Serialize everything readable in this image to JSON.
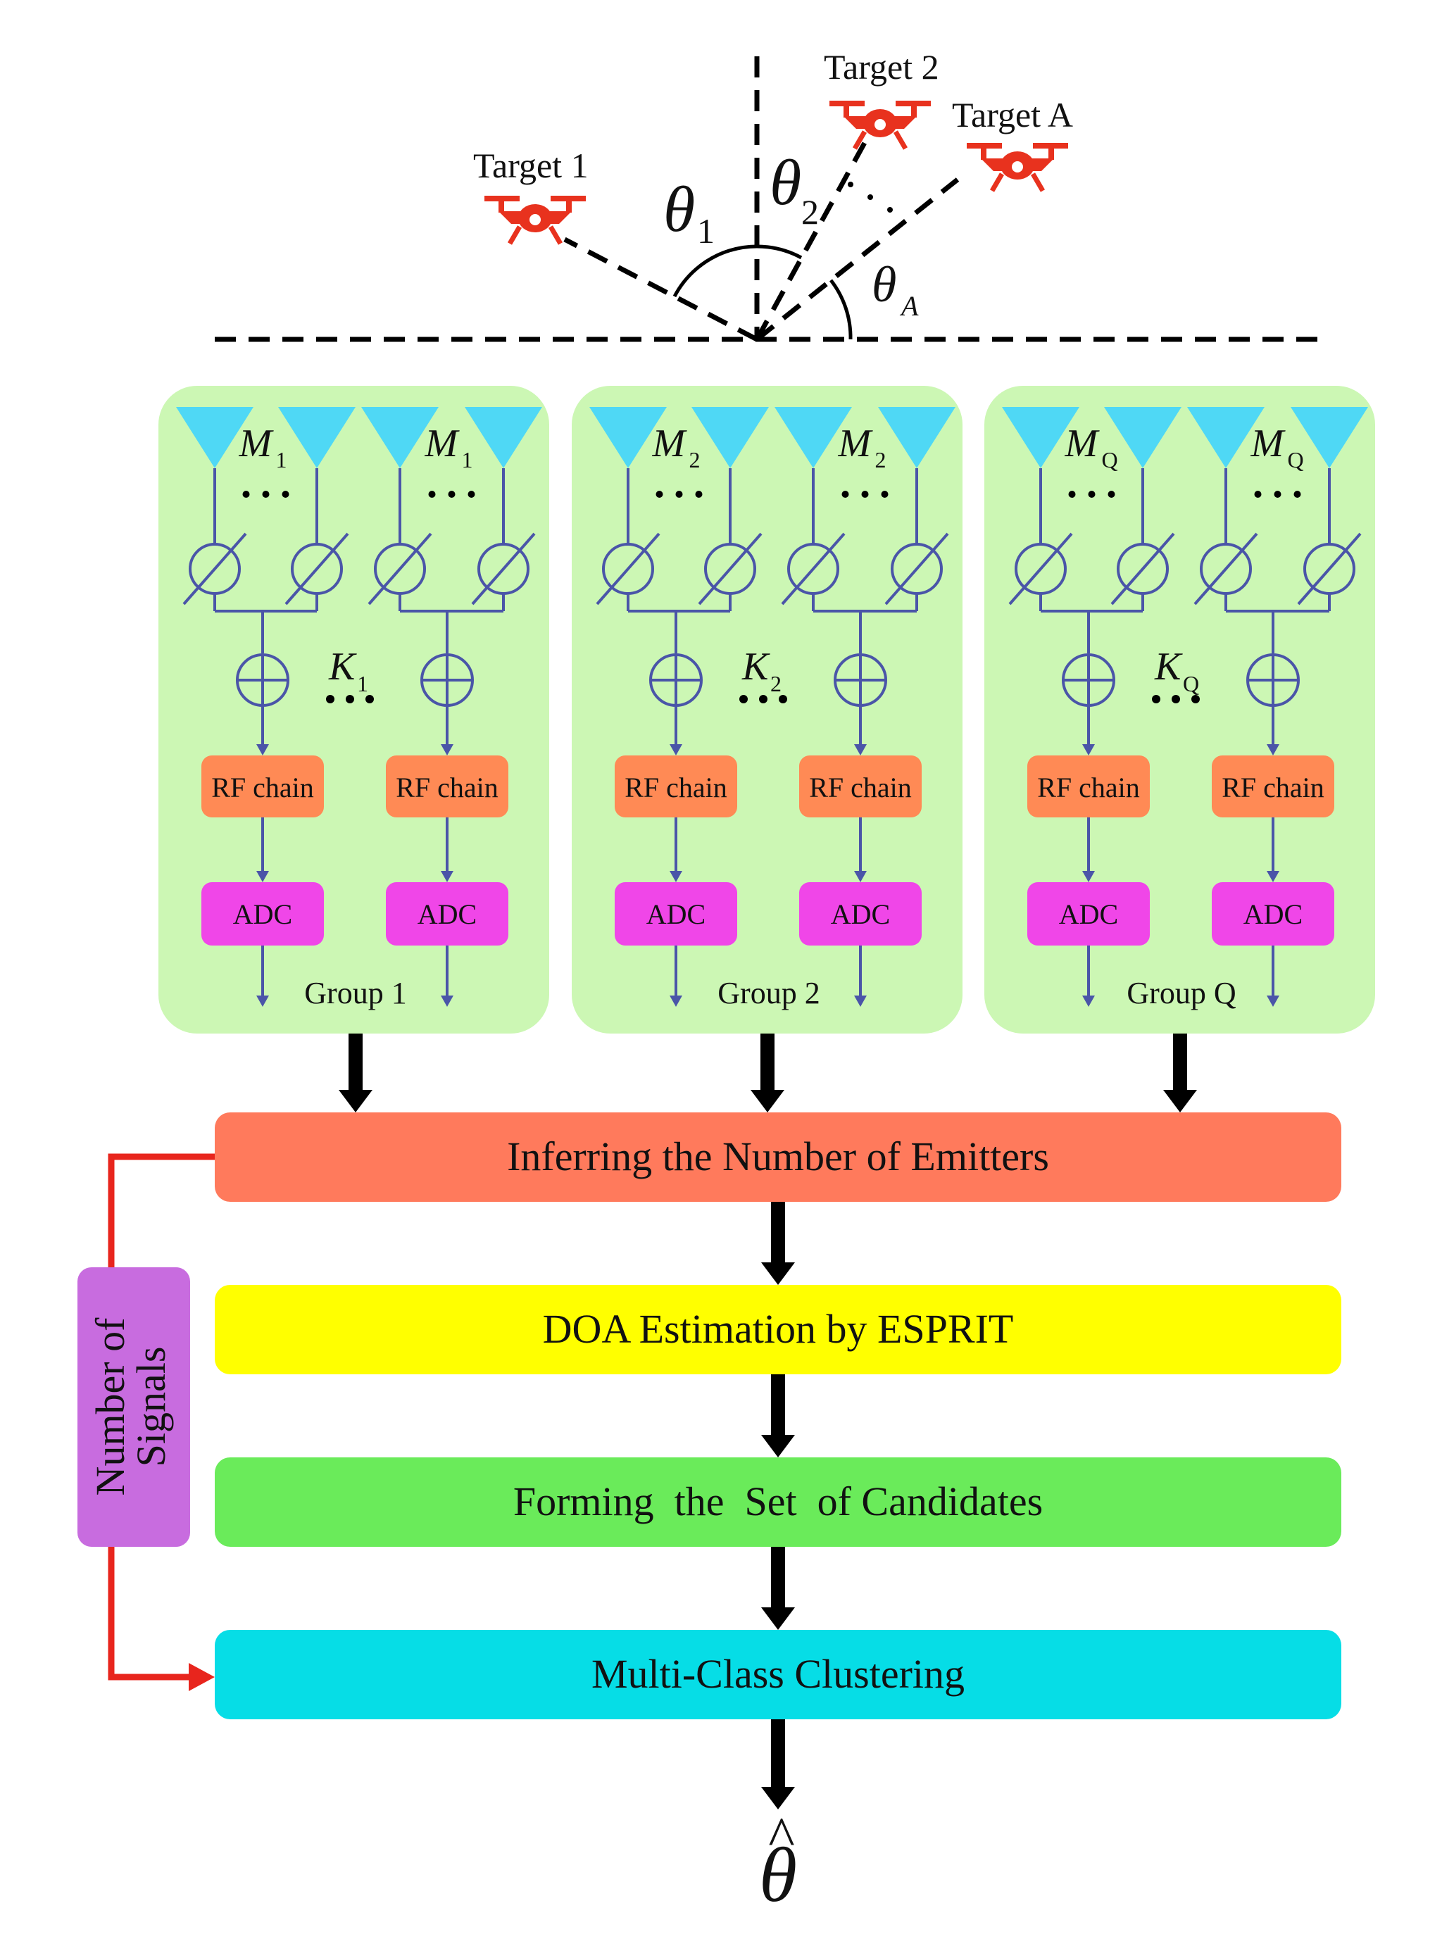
{
  "targets": [
    {
      "label": "Target 1",
      "color": "#e8321e"
    },
    {
      "label": "Target 2",
      "color": "#e8321e"
    },
    {
      "label": "Target A",
      "color": "#e8321e"
    }
  ],
  "angles": {
    "theta": "θ",
    "theta_sub_1": "1",
    "theta_sub_2": "2",
    "theta_sub_A": "A"
  },
  "groups": [
    {
      "label": "Group 1",
      "m_sub": "1",
      "k_sub": "1"
    },
    {
      "label": "Group 2",
      "m_sub": "2",
      "k_sub": "2"
    },
    {
      "label": "Group Q",
      "m_sub": "Q",
      "k_sub": "Q"
    }
  ],
  "symbols": {
    "M": "M",
    "K": "K",
    "dots": "• • •"
  },
  "chain": {
    "rf_label": "RF chain",
    "adc_label": "ADC"
  },
  "pipeline": [
    {
      "label": "Inferring the Number of Emitters",
      "color": "#ff7a5c"
    },
    {
      "label": "DOA Estimation by ESPRIT",
      "color": "#ffff00"
    },
    {
      "label": "Forming  the  Set  of Candidates",
      "color": "#6aeb5a"
    },
    {
      "label": "Multi-Class Clustering",
      "color": "#06dde6"
    }
  ],
  "side_box": {
    "line1": "Number of",
    "line2": "Signals",
    "color": "#c86cdf"
  },
  "output": {
    "symbol": "θ",
    "hat": "^"
  },
  "colors": {
    "group_bg": "#ccf7b4",
    "antenna": "#4fd8f5",
    "wire": "#4a55a8",
    "rf_chain": "#ff8a55",
    "adc": "#f046e8",
    "feedback": "#e8251d",
    "thick_arrow": "#000000"
  }
}
